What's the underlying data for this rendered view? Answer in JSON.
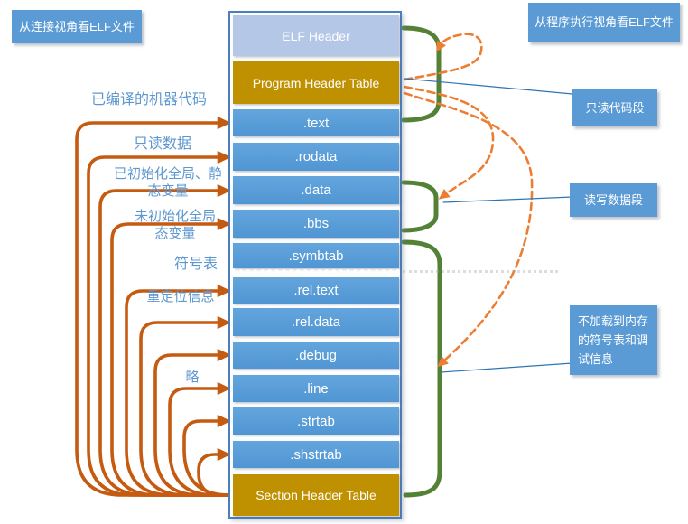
{
  "banners": {
    "left": "从连接视角看ELF文件",
    "right": "从程序执行视角看ELF文件"
  },
  "column": {
    "rows": [
      {
        "label": "ELF Header",
        "kind": "light"
      },
      {
        "label": "Program Header Table",
        "kind": "gold"
      },
      {
        "label": ".text",
        "kind": "section"
      },
      {
        "label": ".rodata",
        "kind": "section"
      },
      {
        "label": ".data",
        "kind": "section"
      },
      {
        "label": ".bbs",
        "kind": "section"
      },
      {
        "label": ".symbtab",
        "kind": "section"
      },
      {
        "label": ".rel.text",
        "kind": "section"
      },
      {
        "label": ".rel.data",
        "kind": "section"
      },
      {
        "label": ".debug",
        "kind": "section"
      },
      {
        "label": ".line",
        "kind": "section"
      },
      {
        "label": ".strtab",
        "kind": "section"
      },
      {
        "label": ".shstrtab",
        "kind": "section"
      },
      {
        "label": "Section Header Table",
        "kind": "gold"
      }
    ]
  },
  "left_annotations": [
    {
      "text": "已编译的机器代码"
    },
    {
      "text": "只读数据"
    },
    {
      "text": "已初始化全局、静\n态变量"
    },
    {
      "text": "未初始化全局\n态变量"
    },
    {
      "text": "符号表"
    },
    {
      "text": "重定位信息"
    },
    {
      "text": "略"
    }
  ],
  "right_annotations": [
    {
      "text": "只读代码段"
    },
    {
      "text": "读写数据段"
    },
    {
      "text": "不加载到内存\n的符号表和调\n试信息"
    }
  ],
  "colors": {
    "accent_blue": "#5B9BD5",
    "light_row": "#B4C7E7",
    "gold_row": "#BF9000",
    "arrow_orange": "#C55A11",
    "dashed_orange": "#ED7D31",
    "bracket_green": "#538135",
    "connector_blue": "#2E74B5",
    "label_blue": "#5D97CF",
    "frame_border": "#4D7EBB"
  }
}
